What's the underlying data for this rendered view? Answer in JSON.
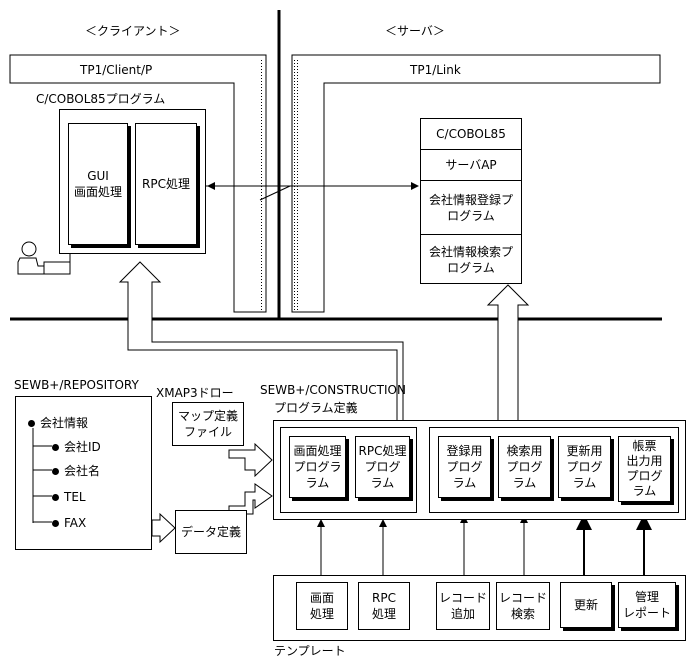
{
  "sections": {
    "client": "＜クライアント＞",
    "server": "＜サーバ＞"
  },
  "client": {
    "env": "TP1/Client/P",
    "program_title": "C/COBOL85プログラム",
    "gui_line1": "GUI",
    "gui_line2": "画面処理",
    "rpc": "RPC処理"
  },
  "server": {
    "env": "TP1/Link",
    "stack": [
      "C/COBOL85",
      "サーバAP",
      "会社情報登録プログラム",
      "会社情報検索プログラム"
    ]
  },
  "repository": {
    "title": "SEWB+/REPOSITORY",
    "root": "会社情報",
    "items": [
      "会社ID",
      "会社名",
      "TEL",
      "FAX"
    ]
  },
  "xmap": {
    "title": "XMAP3ドロー",
    "file_line1": "マップ定義",
    "file_line2": "ファイル"
  },
  "data_def": "データ定義",
  "construction": {
    "title": "SEWB+/CONSTRUCTION",
    "subtitle": "プログラム定義",
    "client_programs": [
      [
        "画面処理",
        "プログラ",
        "ラム"
      ],
      [
        "RPC処理",
        "プログ",
        "ラム"
      ]
    ],
    "server_programs": [
      [
        "登録用",
        "プログ",
        "ラム"
      ],
      [
        "検索用",
        "プログ",
        "ラム"
      ],
      [
        "更新用",
        "プログ",
        "ラム"
      ],
      [
        "帳票",
        "出力用",
        "プログ",
        "ラム"
      ]
    ]
  },
  "templates": {
    "label": "テンプレート",
    "items": [
      [
        "画面",
        "処理"
      ],
      [
        "RPC",
        "処理"
      ],
      [
        "レコード",
        "追加"
      ],
      [
        "レコード",
        "検索"
      ],
      [
        "更新"
      ],
      [
        "管理",
        "レポート"
      ]
    ]
  }
}
